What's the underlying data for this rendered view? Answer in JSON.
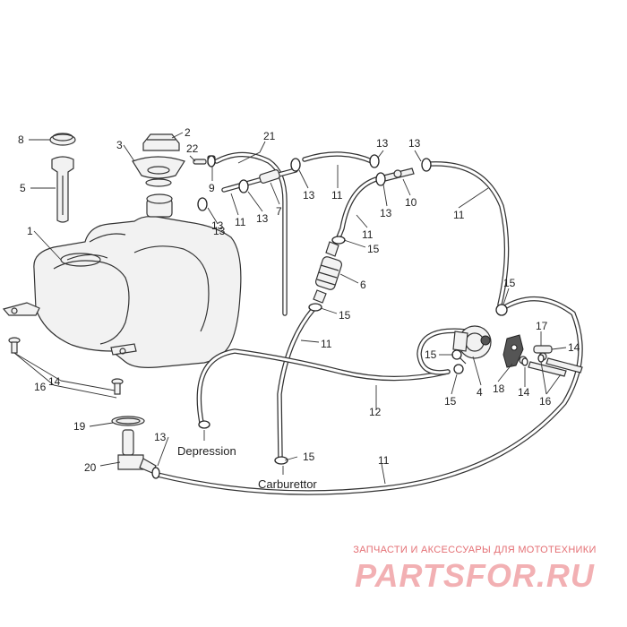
{
  "diagram": {
    "labels": {
      "depression": "Depression",
      "carburettor": "Carburettor"
    },
    "callouts": {
      "c1": "1",
      "c2": "2",
      "c3": "3",
      "c4": "4",
      "c5": "5",
      "c6": "6",
      "c7": "7",
      "c8": "8",
      "c9": "9",
      "c10": "10",
      "c11a": "11",
      "c11b": "11",
      "c11c": "11",
      "c11d": "11",
      "c11e": "11",
      "c11f": "11",
      "c12": "12",
      "c13a": "13",
      "c13b": "13",
      "c13c": "13",
      "c13d": "13",
      "c13e": "13",
      "c13f": "13",
      "c13g": "13",
      "c13h": "13",
      "c14a": "14",
      "c14b": "14",
      "c14c": "14",
      "c15a": "15",
      "c15b": "15",
      "c15c": "15",
      "c15d": "15",
      "c15e": "15",
      "c15f": "15",
      "c16a": "16",
      "c16b": "16",
      "c17": "17",
      "c18": "18",
      "c19": "19",
      "c20": "20",
      "c21": "21",
      "c22": "22"
    }
  },
  "watermark": {
    "caption": "ЗАПЧАСТИ И АКСЕССУАРЫ ДЛЯ МОТОТЕХНИКИ",
    "logo": "PARTSFOR.RU"
  }
}
